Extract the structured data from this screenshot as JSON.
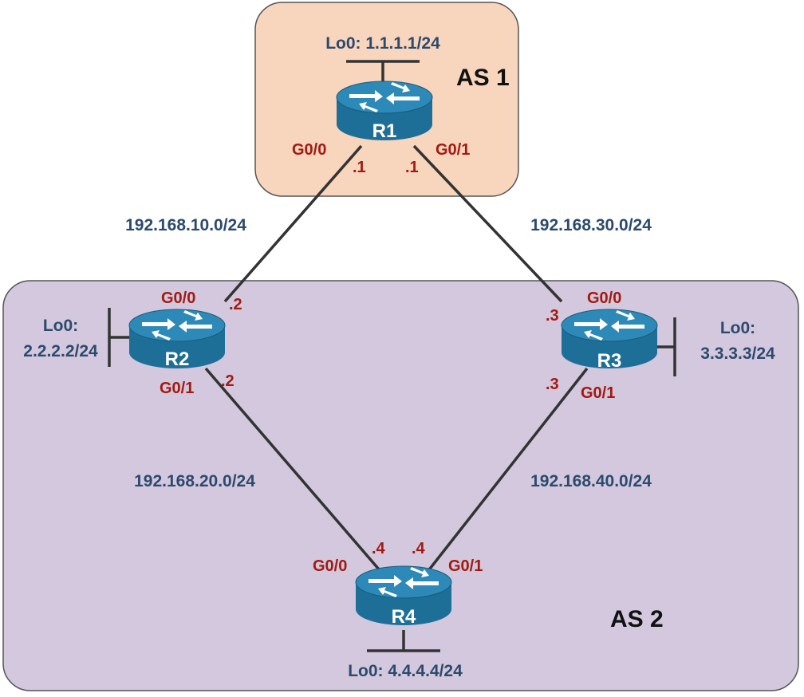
{
  "colors": {
    "as1_fill": "#f8d5bd",
    "as2_fill": "#d3c8dd",
    "zone_stroke": "#555555",
    "link": "#333333",
    "network_text": "#2c4a6e",
    "interface_text": "#a21a12",
    "router_body": "#1e6f98",
    "router_top": "#2d8ab8",
    "router_label": "#ffffff",
    "as_text": "#111111"
  },
  "zones": {
    "as1_label": "AS 1",
    "as2_label": "AS 2"
  },
  "routers": {
    "r1": {
      "name": "R1",
      "loopback": "Lo0: 1.1.1.1/24"
    },
    "r2": {
      "name": "R2",
      "loopback_line1": "Lo0:",
      "loopback_line2": "2.2.2.2/24"
    },
    "r3": {
      "name": "R3",
      "loopback_line1": "Lo0:",
      "loopback_line2": "3.3.3.3/24"
    },
    "r4": {
      "name": "R4",
      "loopback": "Lo0: 4.4.4.4/24"
    }
  },
  "networks": {
    "r1_r2": "192.168.10.0/24",
    "r1_r3": "192.168.30.0/24",
    "r2_r4": "192.168.20.0/24",
    "r3_r4": "192.168.40.0/24"
  },
  "interfaces": {
    "r1_g00": "G0/0",
    "r1_g00_host": ".1",
    "r1_g01": "G0/1",
    "r1_g01_host": ".1",
    "r2_g00": "G0/0",
    "r2_g00_host": ".2",
    "r2_g01": "G0/1",
    "r2_g01_host": ".2",
    "r3_g00": "G0/0",
    "r3_g00_host": ".3",
    "r3_g01": "G0/1",
    "r3_g01_host": ".3",
    "r4_g00": "G0/0",
    "r4_g00_host": ".4",
    "r4_g01": "G0/1",
    "r4_g01_host": ".4"
  }
}
